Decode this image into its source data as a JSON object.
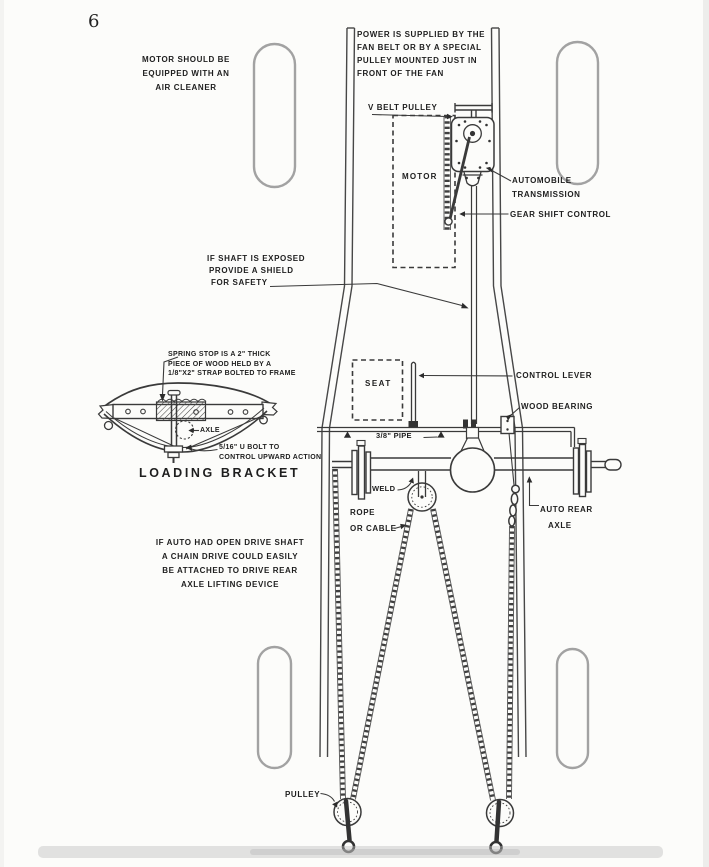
{
  "page": {
    "number": "6"
  },
  "colors": {
    "ink": "#2f2f2f",
    "tire": "#9e9e9e",
    "paper": "#fcfcfa"
  },
  "labels": {
    "motor_note": {
      "lines": [
        "MOTOR SHOULD BE",
        "EQUIPPED WITH AN",
        "AIR CLEANER"
      ]
    },
    "power_note": {
      "lines": [
        "POWER IS SUPPLIED BY THE",
        "FAN BELT OR BY A SPECIAL",
        "PULLEY MOUNTED JUST IN",
        "FRONT OF THE FAN"
      ]
    },
    "v_belt_pulley": "V BELT PULLEY",
    "motor": "MOTOR",
    "transmission": {
      "lines": [
        "AUTOMOBILE",
        "TRANSMISSION"
      ]
    },
    "gear_shift": "GEAR SHIFT CONTROL",
    "shield_note": {
      "lines": [
        "IF SHAFT IS EXPOSED",
        "PROVIDE A SHIELD",
        "FOR SAFETY"
      ]
    },
    "spring_stop_note": {
      "lines": [
        "SPRING STOP IS A 2\" THICK",
        "PIECE OF WOOD HELD BY A",
        "1/8\"X2\" STRAP BOLTED TO FRAME"
      ]
    },
    "axle": "AXLE",
    "u_bolt_note": {
      "lines": [
        "5/16\" U BOLT TO",
        "CONTROL UPWARD ACTION"
      ]
    },
    "loading_bracket": "LOADING BRACKET",
    "seat": "SEAT",
    "control_lever": "CONTROL LEVER",
    "wood_bearing": "WOOD BEARING",
    "pipe": "3/8\" PIPE",
    "weld": "WELD",
    "rope": {
      "lines": [
        "ROPE",
        "OR CABLE"
      ]
    },
    "auto_rear_axle": {
      "lines": [
        "AUTO REAR",
        "AXLE"
      ]
    },
    "chain_note": {
      "lines": [
        "IF AUTO HAD OPEN DRIVE SHAFT",
        "A CHAIN DRIVE COULD EASILY",
        "BE ATTACHED TO DRIVE REAR",
        "AXLE LIFTING DEVICE"
      ]
    },
    "pulley": "PULLEY"
  }
}
